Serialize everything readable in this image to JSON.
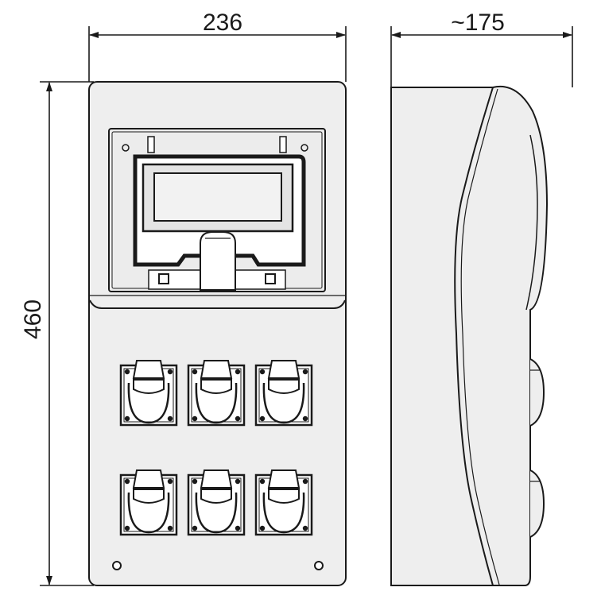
{
  "dimensions": {
    "width_label": "236",
    "depth_label": "~175",
    "height_label": "460"
  },
  "front_view": {
    "socket_rows": 2,
    "socket_cols": 3
  },
  "colors": {
    "line": "#1a1a1a",
    "body": "#eeeeee",
    "background": "#ffffff"
  }
}
